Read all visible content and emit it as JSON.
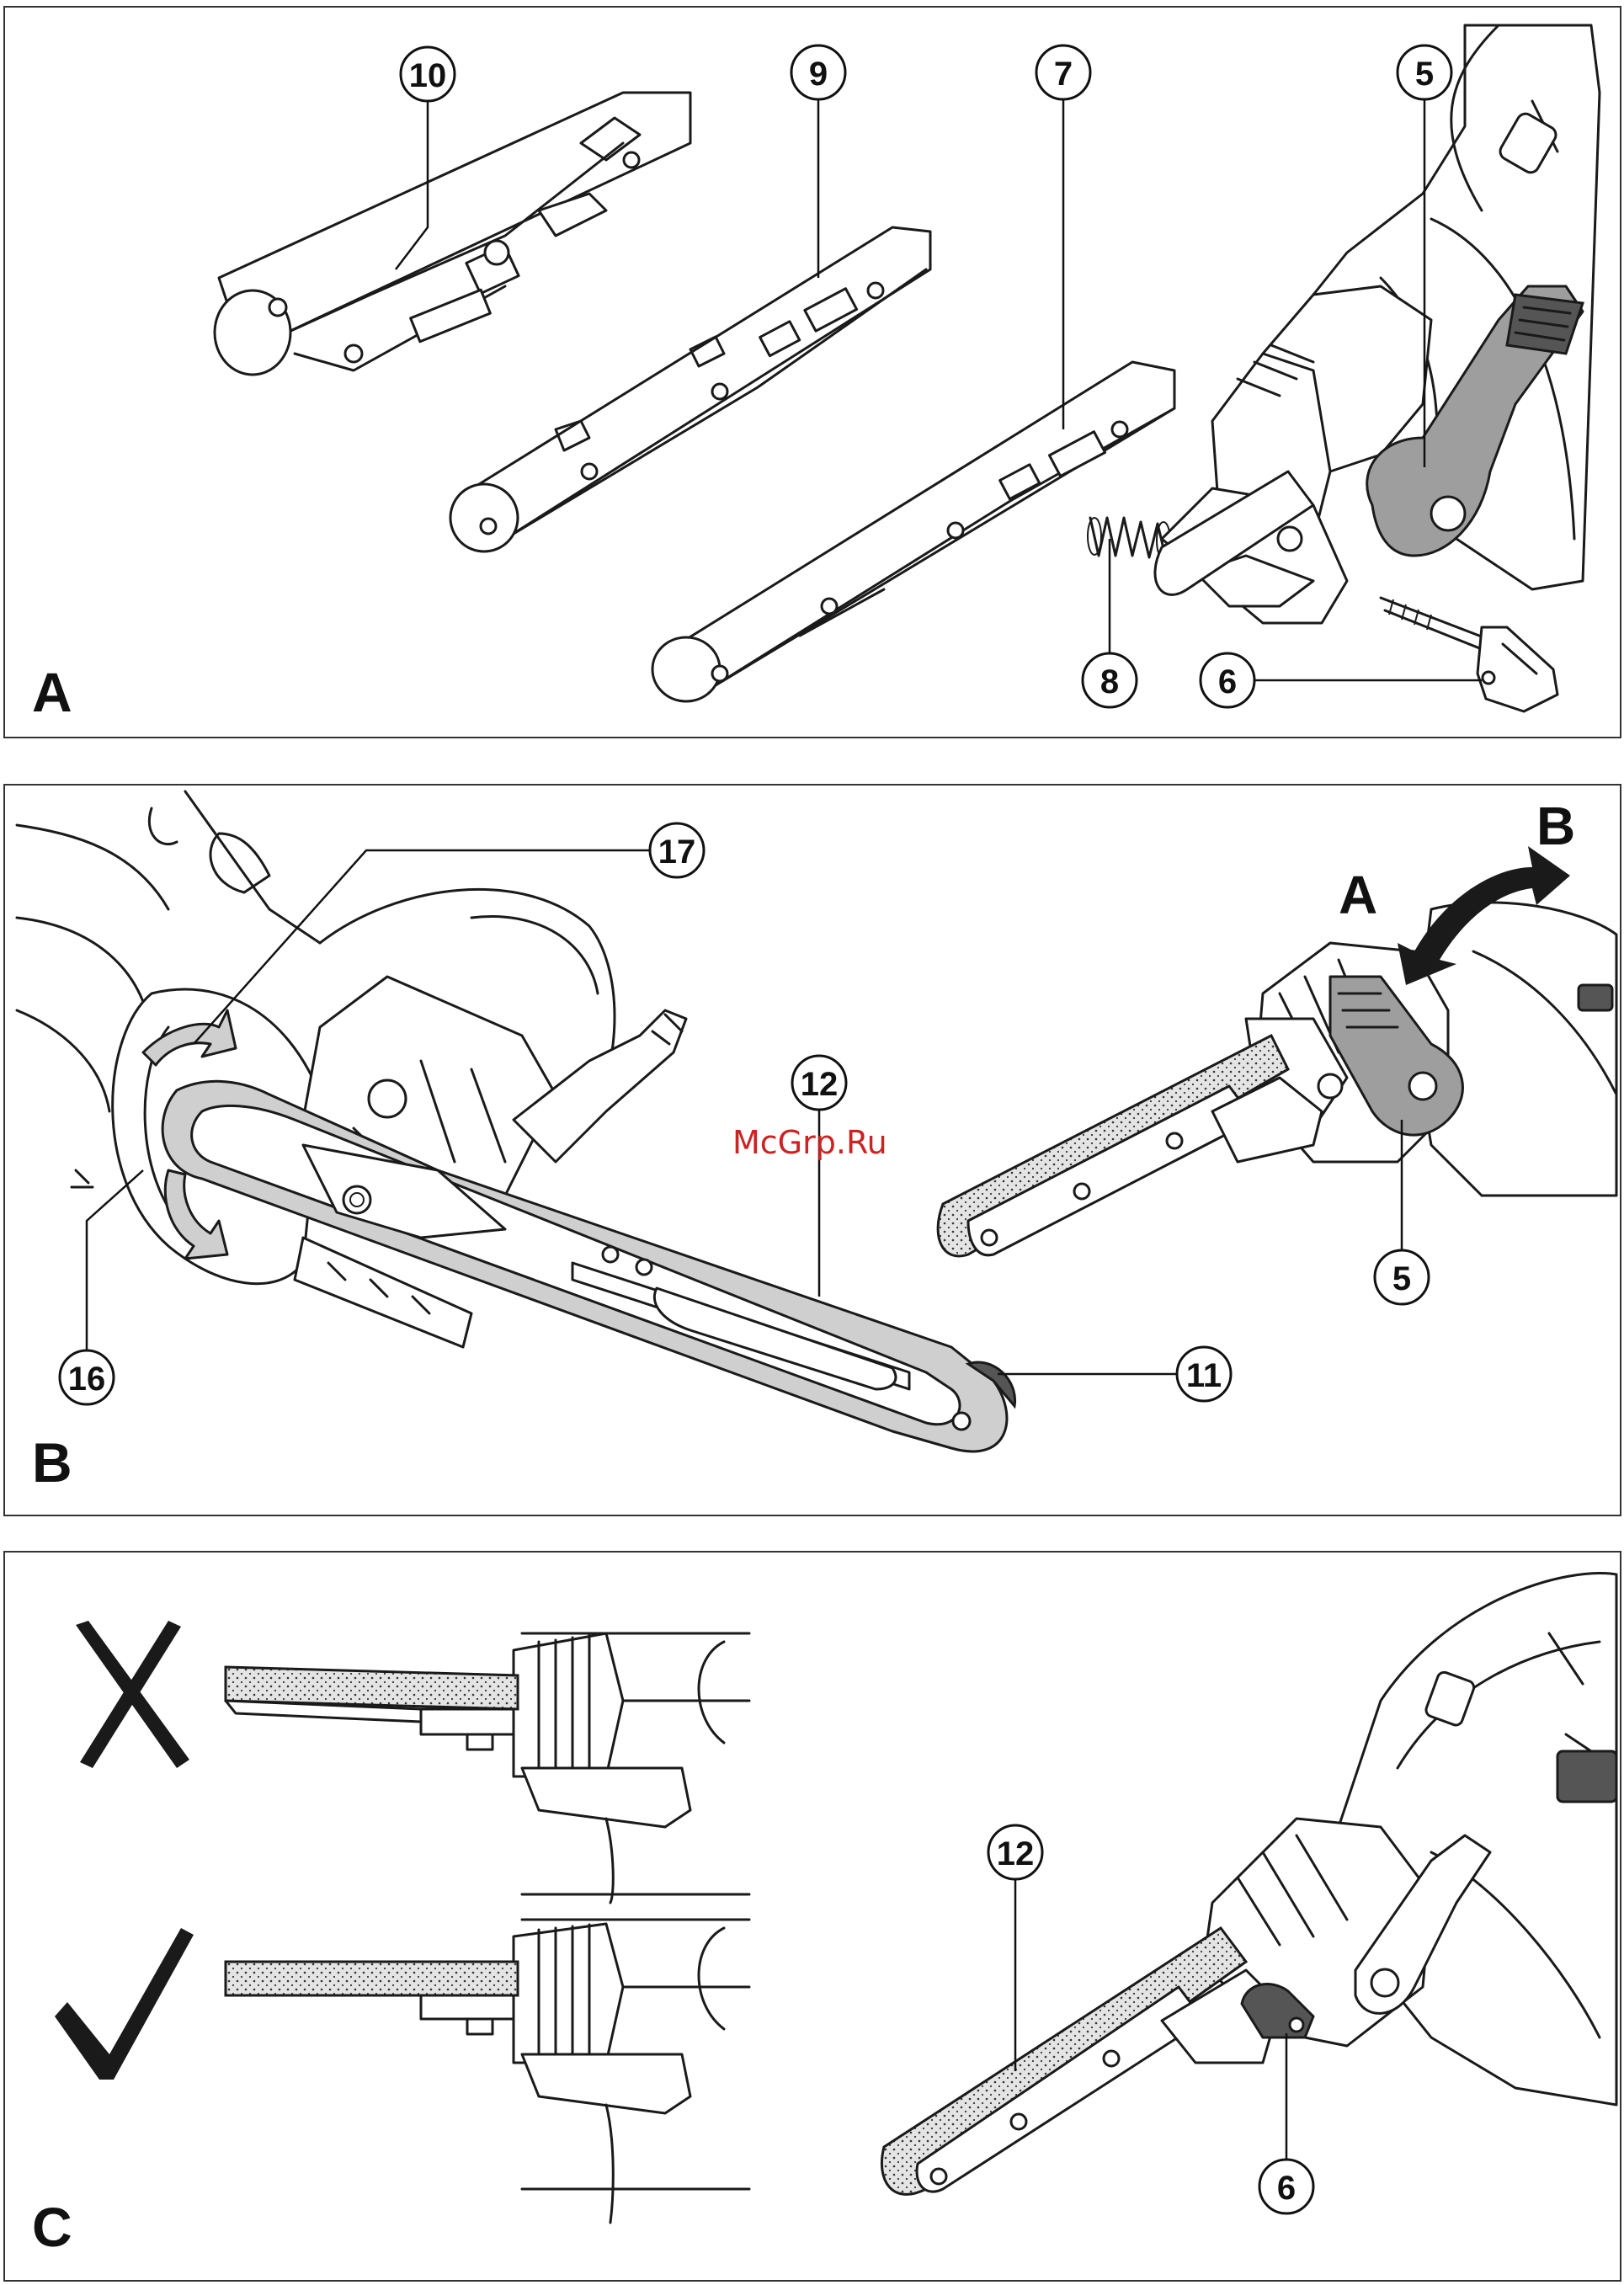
{
  "watermark": "McGrp.Ru",
  "panels": {
    "a": {
      "label": "A",
      "callouts": {
        "c10": "10",
        "c9": "9",
        "c7": "7",
        "c5": "5",
        "c8": "8",
        "c6": "6"
      }
    },
    "b": {
      "label": "B",
      "callouts": {
        "c17": "17",
        "c12": "12",
        "c16": "16",
        "c11": "11",
        "c5": "5"
      },
      "direction_a": "A",
      "direction_b": "B"
    },
    "c": {
      "label": "C",
      "callouts": {
        "c12": "12",
        "c6": "6"
      },
      "wrong_icon": "cross-icon",
      "right_icon": "checkmark-icon"
    }
  },
  "colors": {
    "line": "#1a1a1a",
    "lever_grey": "#9e9e9e",
    "belt_grey": "#cfcfcf",
    "watermark": "#cc2222"
  }
}
